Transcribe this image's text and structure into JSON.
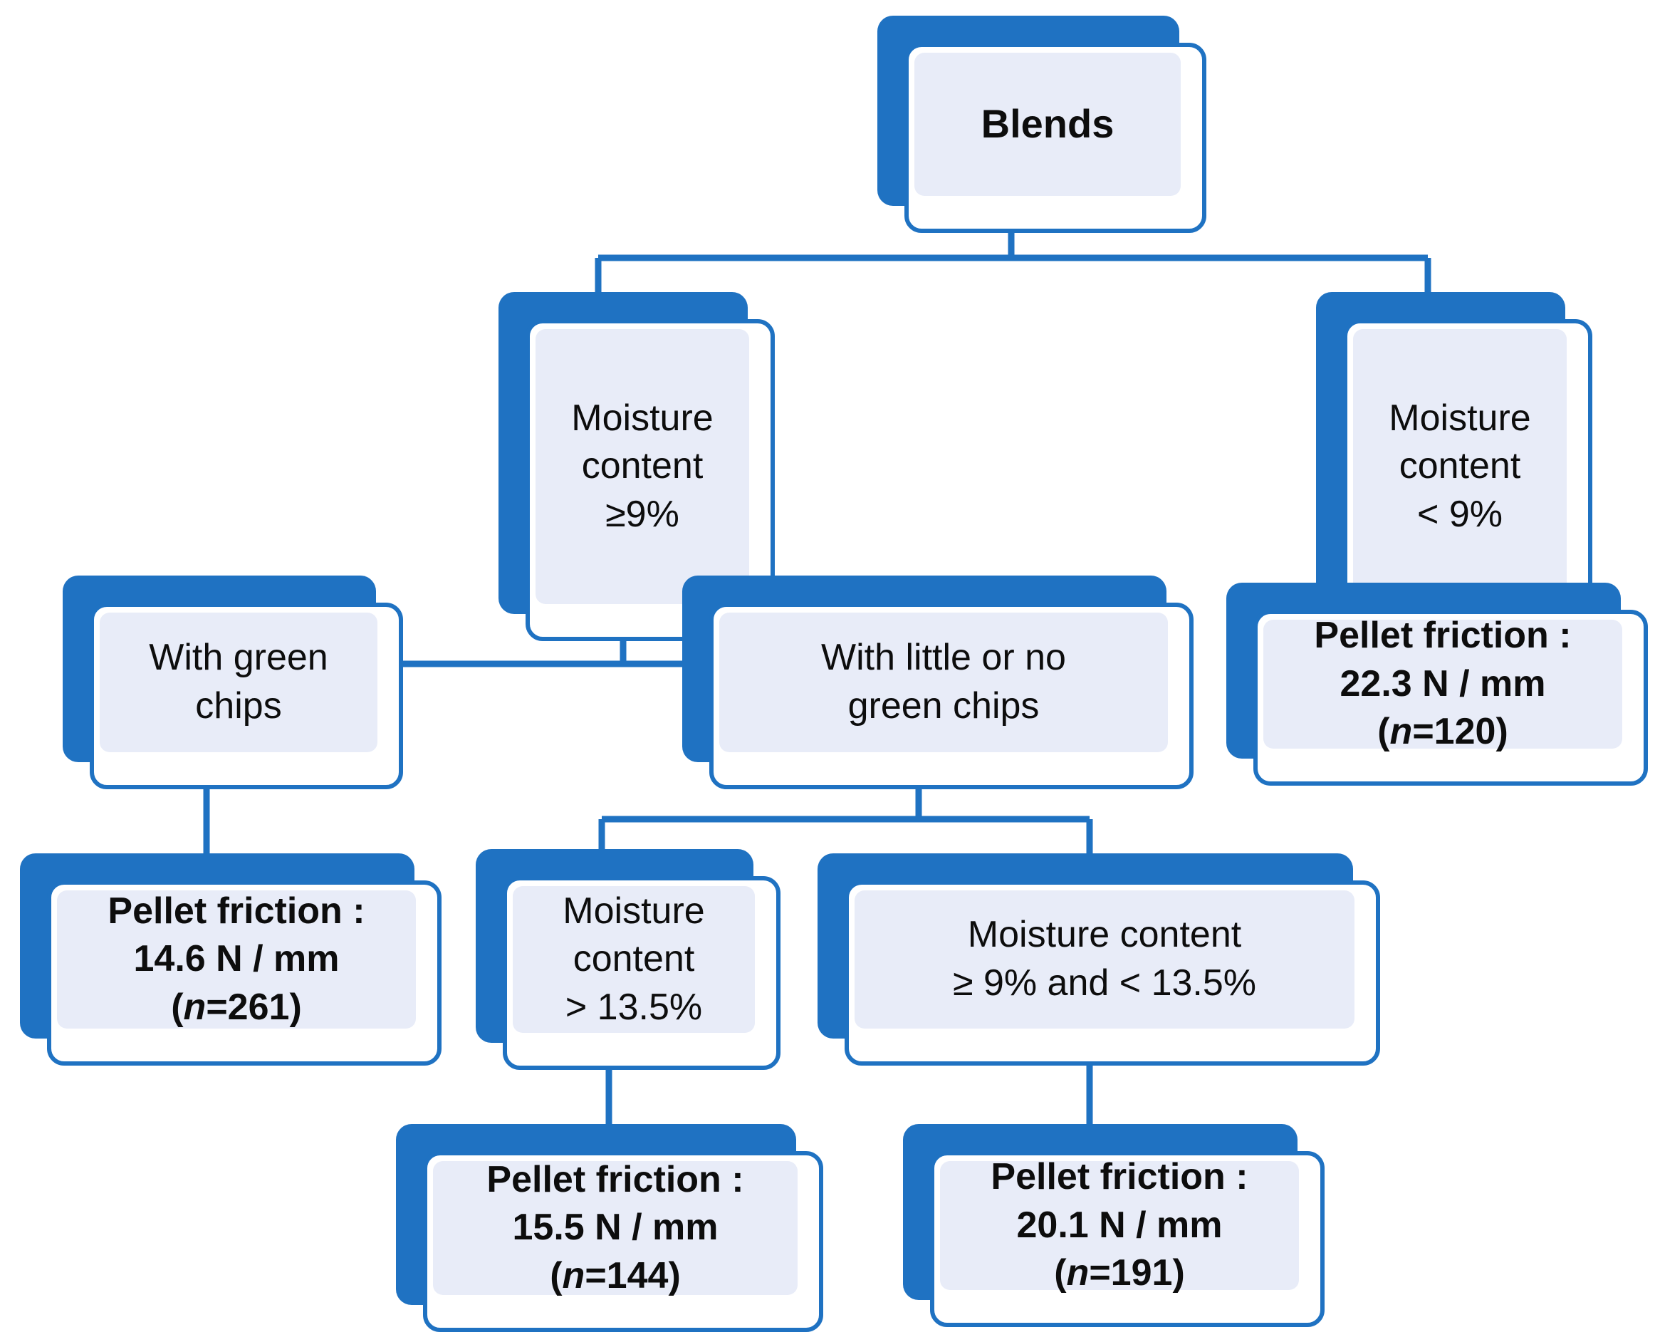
{
  "diagram": {
    "title": "Pellet friction decision tree for blends",
    "type": "decision-tree",
    "colors": {
      "shadow_blue": "#1f72c2",
      "card_border": "#1f72c2",
      "card_background": "#ffffff",
      "inner_fill": "#e8ecf8",
      "text": "#0d0d0d",
      "connector": "#1f72c2"
    },
    "nodes": [
      {
        "id": "root",
        "kind": "root",
        "lines": [
          "Blends"
        ],
        "bold": true
      },
      {
        "id": "mc-ge-9",
        "kind": "condition",
        "lines": [
          "Moisture",
          "content",
          "≥9%"
        ],
        "bold": false
      },
      {
        "id": "mc-lt-9",
        "kind": "condition",
        "lines": [
          "Moisture",
          "content",
          "< 9%"
        ],
        "bold": false
      },
      {
        "id": "with-green-chips",
        "kind": "condition",
        "lines": [
          "With green",
          "chips"
        ],
        "bold": false
      },
      {
        "id": "little-or-no-green-chips",
        "kind": "condition",
        "lines": [
          "With little  or no",
          "green chips"
        ],
        "bold": false
      },
      {
        "id": "leaf-22-3",
        "kind": "leaf",
        "lines": [
          "Pellet friction :",
          "22.3 N / mm",
          "(n=120)"
        ],
        "bold": true,
        "pellet_friction": 22.3,
        "unit": "N / mm",
        "n": 120
      },
      {
        "id": "leaf-14-6",
        "kind": "leaf",
        "lines": [
          "Pellet friction :",
          "14.6 N / mm",
          "(n=261)"
        ],
        "bold": true,
        "pellet_friction": 14.6,
        "unit": "N / mm",
        "n": 261
      },
      {
        "id": "mc-gt-135",
        "kind": "condition",
        "lines": [
          "Moisture",
          "content",
          "> 13.5%"
        ],
        "bold": false
      },
      {
        "id": "mc-ge9-lt135",
        "kind": "condition",
        "lines": [
          "Moisture content",
          "≥ 9% and < 13.5%"
        ],
        "bold": false
      },
      {
        "id": "leaf-15-5",
        "kind": "leaf",
        "lines": [
          "Pellet friction :",
          "15.5 N / mm",
          "(n=144)"
        ],
        "bold": true,
        "pellet_friction": 15.5,
        "unit": "N / mm",
        "n": 144
      },
      {
        "id": "leaf-20-1",
        "kind": "leaf",
        "lines": [
          "Pellet friction :",
          "20.1 N / mm",
          "(n=191)"
        ],
        "bold": true,
        "pellet_friction": 20.1,
        "unit": "N / mm",
        "n": 191
      }
    ],
    "node_text": {
      "root": "Blends",
      "mc_ge_9_l1": "Moisture",
      "mc_ge_9_l2": "content",
      "mc_ge_9_l3": "≥9%",
      "mc_lt_9_l1": "Moisture",
      "mc_lt_9_l2": "content",
      "mc_lt_9_l3": "< 9%",
      "green_l1": "With green",
      "green_l2": "chips",
      "little_l1": "With little  or no",
      "little_l2": "green chips",
      "leaf223_l1": "Pellet friction :",
      "leaf223_l2": "22.3 N / mm",
      "leaf223_n_open": "(",
      "leaf223_n_italic": "n",
      "leaf223_n_close": "=120)",
      "leaf146_l1": "Pellet friction :",
      "leaf146_l2": "14.6 N / mm",
      "leaf146_n_open": "(",
      "leaf146_n_italic": "n",
      "leaf146_n_close": "=261)",
      "mc_gt_135_l1": "Moisture",
      "mc_gt_135_l2": "content",
      "mc_gt_135_l3": "> 13.5%",
      "mc_band_l1": "Moisture content",
      "mc_band_l2": "≥ 9% and < 13.5%",
      "leaf155_l1": "Pellet friction :",
      "leaf155_l2": "15.5 N / mm",
      "leaf155_n_open": "(",
      "leaf155_n_italic": "n",
      "leaf155_n_close": "=144)",
      "leaf201_l1": "Pellet friction :",
      "leaf201_l2": "20.1 N / mm",
      "leaf201_n_open": "(",
      "leaf201_n_italic": "n",
      "leaf201_n_close": "=191)"
    },
    "edges": [
      {
        "from": "root",
        "to": "mc-ge-9"
      },
      {
        "from": "root",
        "to": "mc-lt-9"
      },
      {
        "from": "mc-ge-9",
        "to": "with-green-chips"
      },
      {
        "from": "mc-ge-9",
        "to": "little-or-no-green-chips"
      },
      {
        "from": "mc-lt-9",
        "to": "leaf-22-3"
      },
      {
        "from": "with-green-chips",
        "to": "leaf-14-6"
      },
      {
        "from": "little-or-no-green-chips",
        "to": "mc-gt-135"
      },
      {
        "from": "little-or-no-green-chips",
        "to": "mc-ge9-lt135"
      },
      {
        "from": "mc-gt-135",
        "to": "leaf-15-5"
      },
      {
        "from": "mc-ge9-lt135",
        "to": "leaf-20-1"
      }
    ]
  }
}
